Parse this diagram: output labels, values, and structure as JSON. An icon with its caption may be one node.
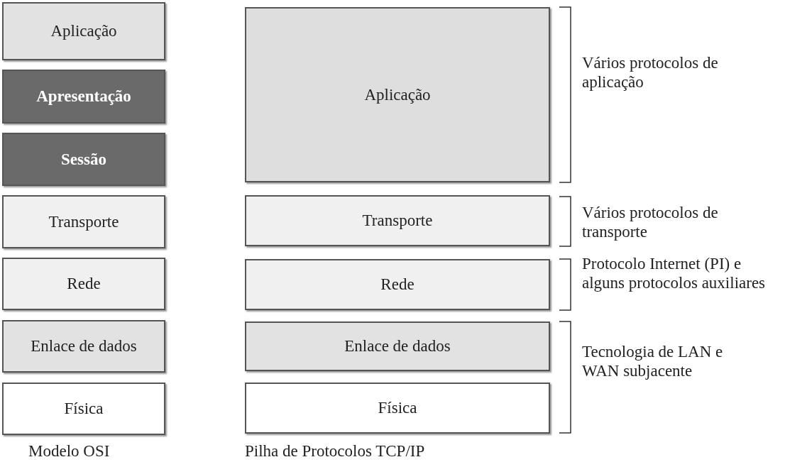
{
  "diagram": {
    "nodes": [
      {
        "text": [
          "Aplicação"
        ]
      },
      {
        "text": [
          "Apresentação"
        ]
      },
      {
        "text": [
          "Sessão"
        ]
      },
      {
        "text": [
          "Transporte"
        ]
      },
      {
        "text": [
          "Rede"
        ]
      },
      {
        "text": [
          "Enlace de dados"
        ]
      },
      {
        "text": [
          "Física"
        ]
      },
      {
        "text": [
          "Aplicação"
        ]
      },
      {
        "text": [
          "Transporte"
        ]
      },
      {
        "text": [
          "Rede"
        ]
      },
      {
        "text": [
          "Enlace de dados"
        ]
      },
      {
        "text": [
          "Física"
        ]
      }
    ],
    "labels": [
      "Vários protocolos de aplicação",
      "Vários protocolos de transporte",
      "Protocolo Internet (PI) e alguns protocolos auxiliares",
      "Tecnologia de LAN e WAN subjacente",
      "Modelo OSI",
      "Pilha de Protocolos TCP/IP"
    ]
  }
}
